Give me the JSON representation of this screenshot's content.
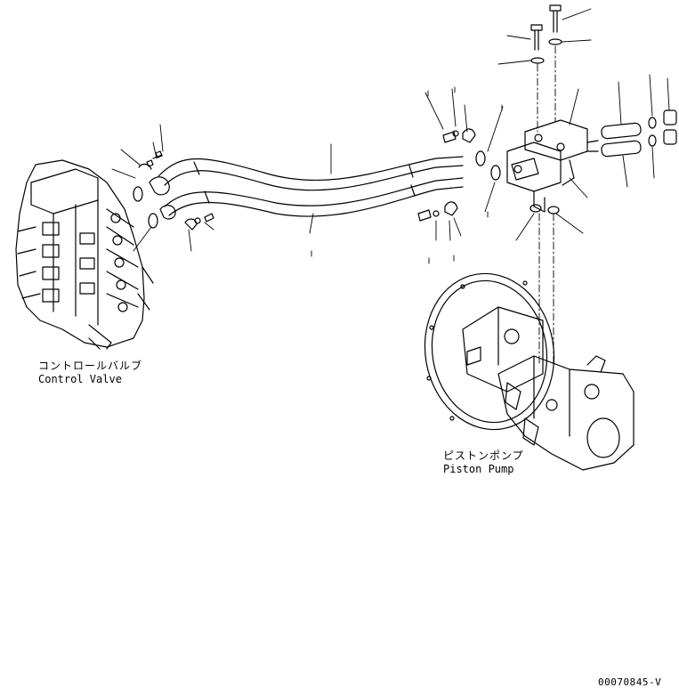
{
  "labels": {
    "control_valve_jp": "コントロールバルブ",
    "control_valve_en": "Control Valve",
    "piston_pump_jp": "ピストンポンプ",
    "piston_pump_en": "Piston Pump",
    "drawing_code": "00070845-V"
  }
}
